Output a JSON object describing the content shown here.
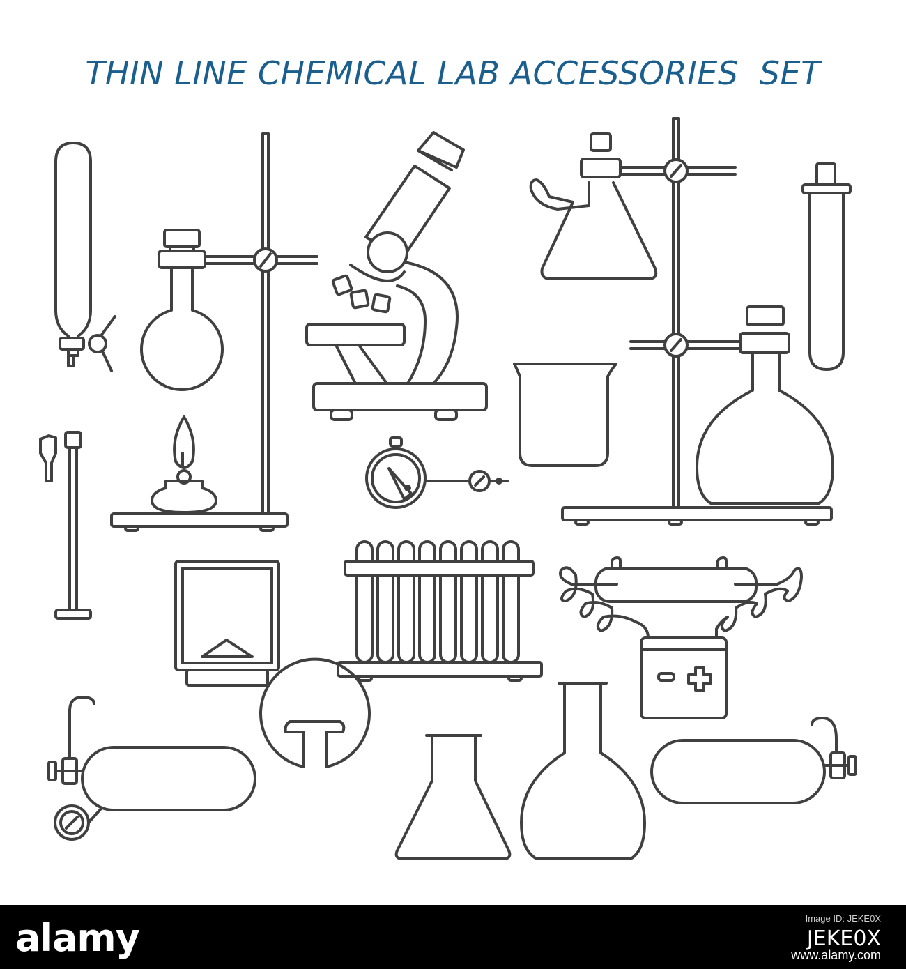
{
  "header": {
    "title": "THIN LINE CHEMICAL LAB ACCESSORIES  SET"
  },
  "colors": {
    "title": "#1b5f8f",
    "line": "#404040",
    "background": "#ffffff",
    "footer": "#000000"
  },
  "icons": [
    "gas-burette-icon",
    "retort-stand-round-flask-icon",
    "spirit-burner-icon",
    "microscope-icon",
    "filter-flask-stand-icon",
    "test-tube-icon",
    "water-tap-icon",
    "beaker-icon",
    "pressure-gauge-icon",
    "flat-bottom-flask-icon",
    "furnace-icon",
    "test-tube-rack-icon",
    "discharge-tube-battery-icon",
    "gas-cylinder-icon",
    "round-flask-icon",
    "erlenmeyer-flask-icon",
    "volumetric-flask-icon"
  ],
  "footer": {
    "logo": "alamy",
    "image_id_label": "Image ID: JEKE0X",
    "image_id": "JEKE0X",
    "url": "www.alamy.com"
  }
}
